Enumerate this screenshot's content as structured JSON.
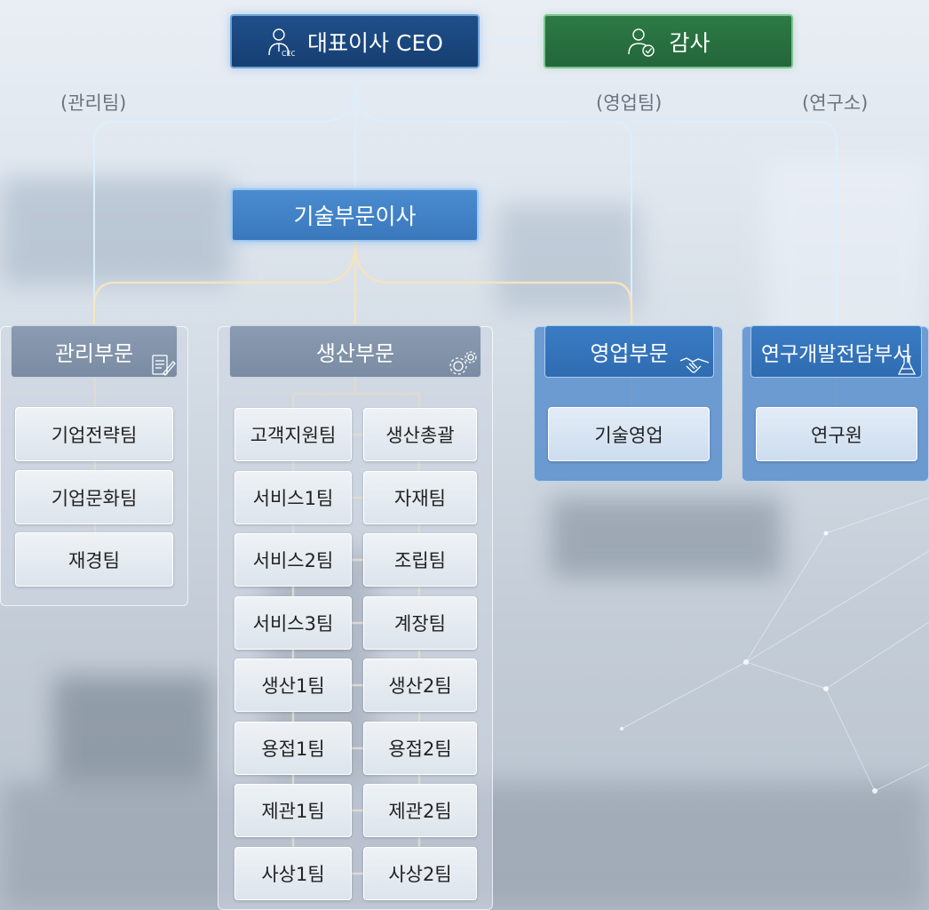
{
  "colors": {
    "ceo_box": "#1f4f8a",
    "audit_box": "#2d7a45",
    "tech_box": "#4a8cd0",
    "dept_gray": "#8b9cb1",
    "dept_blue": "#3a7cc4",
    "line_glow": "#f4e6c8",
    "line_blue": "#d8ecfb"
  },
  "top": {
    "ceo": "대표이사 CEO",
    "audit": "감사",
    "ceo_icon": "ceo-person-icon",
    "audit_icon": "checked-person-icon"
  },
  "labels": {
    "admin": "(관리팀)",
    "sales": "(영업팀)",
    "research": "(연구소)"
  },
  "tech_director": "기술부문이사",
  "admin_dept": {
    "title": "관리부문",
    "icon": "document-pen-icon",
    "teams": [
      "기업전략팀",
      "기업문화팀",
      "재경팀"
    ]
  },
  "production_dept": {
    "title": "생산부문",
    "icon": "gears-icon",
    "left_teams": [
      "고객지원팀",
      "서비스1팀",
      "서비스2팀",
      "서비스3팀",
      "생산1팀",
      "용접1팀",
      "제관1팀",
      "사상1팀"
    ],
    "right_teams": [
      "생산총괄",
      "자재팀",
      "조립팀",
      "계장팀",
      "생산2팀",
      "용접2팀",
      "제관2팀",
      "사상2팀"
    ]
  },
  "sales_dept": {
    "title": "영업부문",
    "icon": "handshake-icon",
    "teams": [
      "기술영업"
    ]
  },
  "rnd_dept": {
    "title": "연구개발전담부서",
    "icon": "flask-icon",
    "teams": [
      "연구원"
    ]
  }
}
